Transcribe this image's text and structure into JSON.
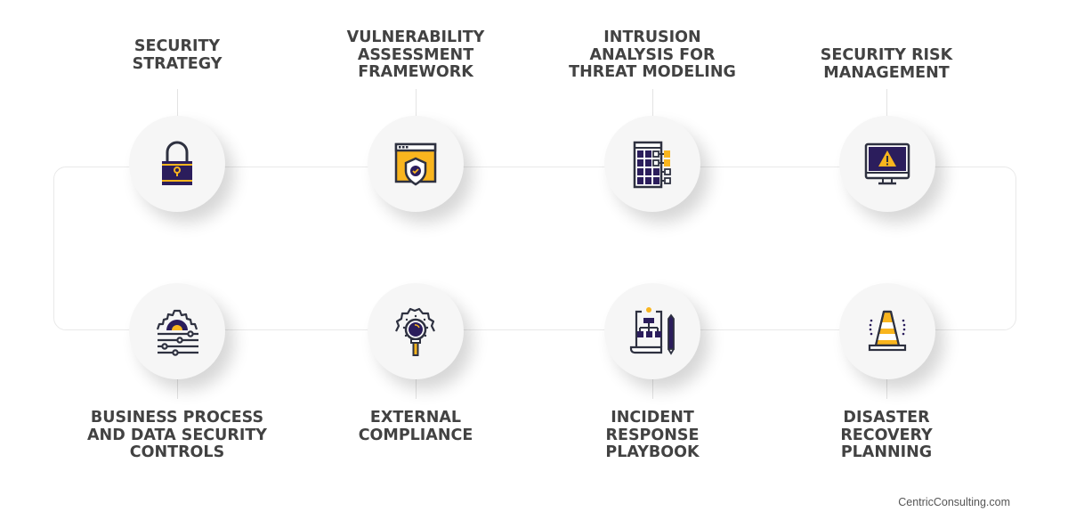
{
  "diagram": {
    "title": "",
    "colors": {
      "primary_dark": "#2b1d5c",
      "accent_yellow": "#f9b51e",
      "outline": "#2e3140",
      "node_fill": "#f6f6f6",
      "connector": "#e9e9e9",
      "label_text": "#424242"
    },
    "top_row": [
      {
        "label": "SECURITY\nSTRATEGY",
        "icon": "padlock-icon"
      },
      {
        "label": "VULNERABILITY\nASSESSMENT\nFRAMEWORK",
        "icon": "browser-shield-check-icon"
      },
      {
        "label": "INTRUSION\nANALYSIS FOR\nTHREAT MODELING",
        "icon": "grid-table-checklist-icon"
      },
      {
        "label": "SECURITY RISK\nMANAGEMENT",
        "icon": "monitor-warning-icon"
      }
    ],
    "bottom_row": [
      {
        "label": "BUSINESS PROCESS\nAND DATA SECURITY\nCONTROLS",
        "icon": "gear-sliders-icon"
      },
      {
        "label": "EXTERNAL\nCOMPLIANCE",
        "icon": "gear-magnifier-icon"
      },
      {
        "label": "INCIDENT\nRESPONSE\nPLAYBOOK",
        "icon": "flowchart-document-pencil-icon"
      },
      {
        "label": "DISASTER\nRECOVERY\nPLANNING",
        "icon": "traffic-cone-icon"
      }
    ]
  },
  "footer": {
    "source": "CentricConsulting.com"
  }
}
